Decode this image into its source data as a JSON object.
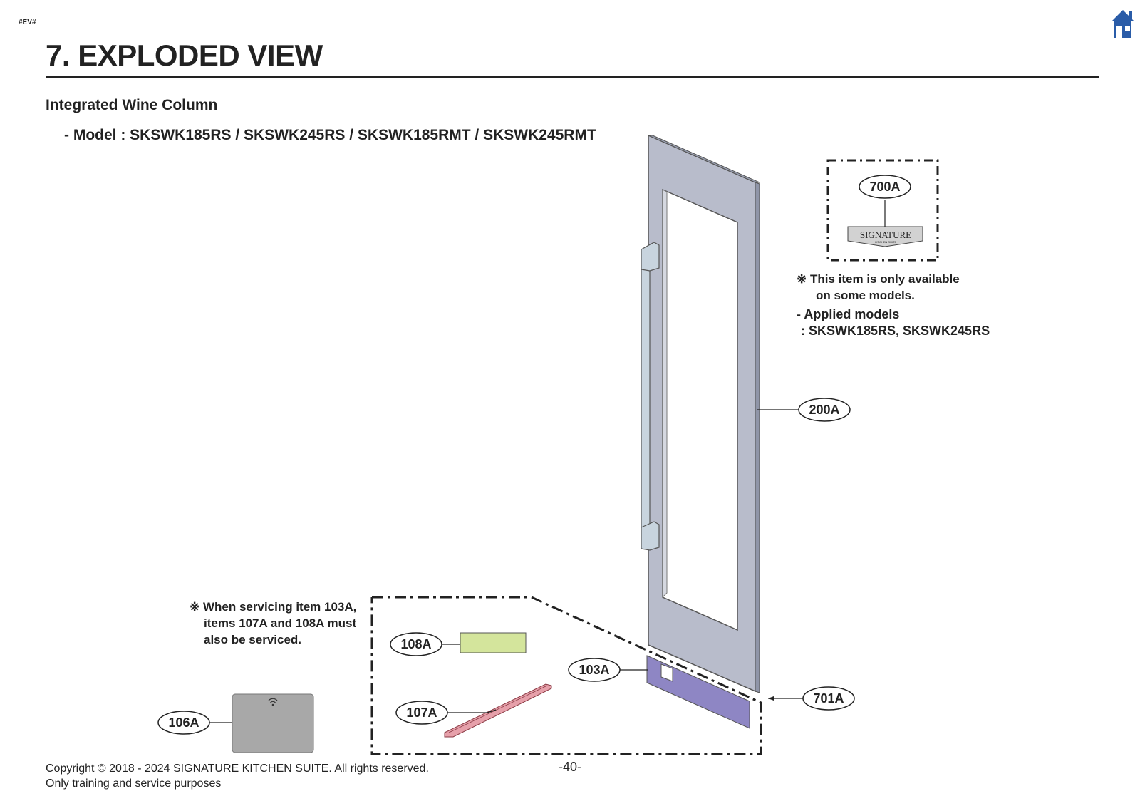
{
  "header": {
    "tag": "#EV#",
    "title": "7. EXPLODED VIEW",
    "subtitle": "Integrated Wine Column",
    "model_line": "- Model : SKSWK185RS / SKSWK245RS / SKSWK185RMT / SKSWK245RMT"
  },
  "notes": {
    "top_line1": "※ This item is only available",
    "top_line2": "on some models.",
    "applied_line1": "- Applied models",
    "applied_line2": ": SKSWK185RS, SKSWK245RS",
    "left_line1": "※ When servicing item 103A,",
    "left_line2": "items 107A and 108A must",
    "left_line3": "also be serviced."
  },
  "callouts": {
    "c700A": "700A",
    "c200A": "200A",
    "c103A": "103A",
    "c108A": "108A",
    "c107A": "107A",
    "c106A": "106A",
    "c701A": "701A"
  },
  "logo": {
    "brand": "SIGNATURE",
    "sub": "KITCHEN SUITE"
  },
  "footer": {
    "copyright": "Copyright © 2018 - 2024 SIGNATURE KITCHEN SUITE. All rights reserved.",
    "purpose": "Only training and service purposes",
    "page": "-40-"
  },
  "icons": {
    "home": "home-icon",
    "wifi": "wifi-icon"
  },
  "colors": {
    "door_frame": "#b8bccb",
    "handle": "#c8d4de",
    "trim_103A": "#8e86c4",
    "part_108A": "#d4e59c",
    "part_107A": "#e6a0aa",
    "module_106A": "#a8a8a8",
    "home_icon": "#2a5ca8"
  }
}
